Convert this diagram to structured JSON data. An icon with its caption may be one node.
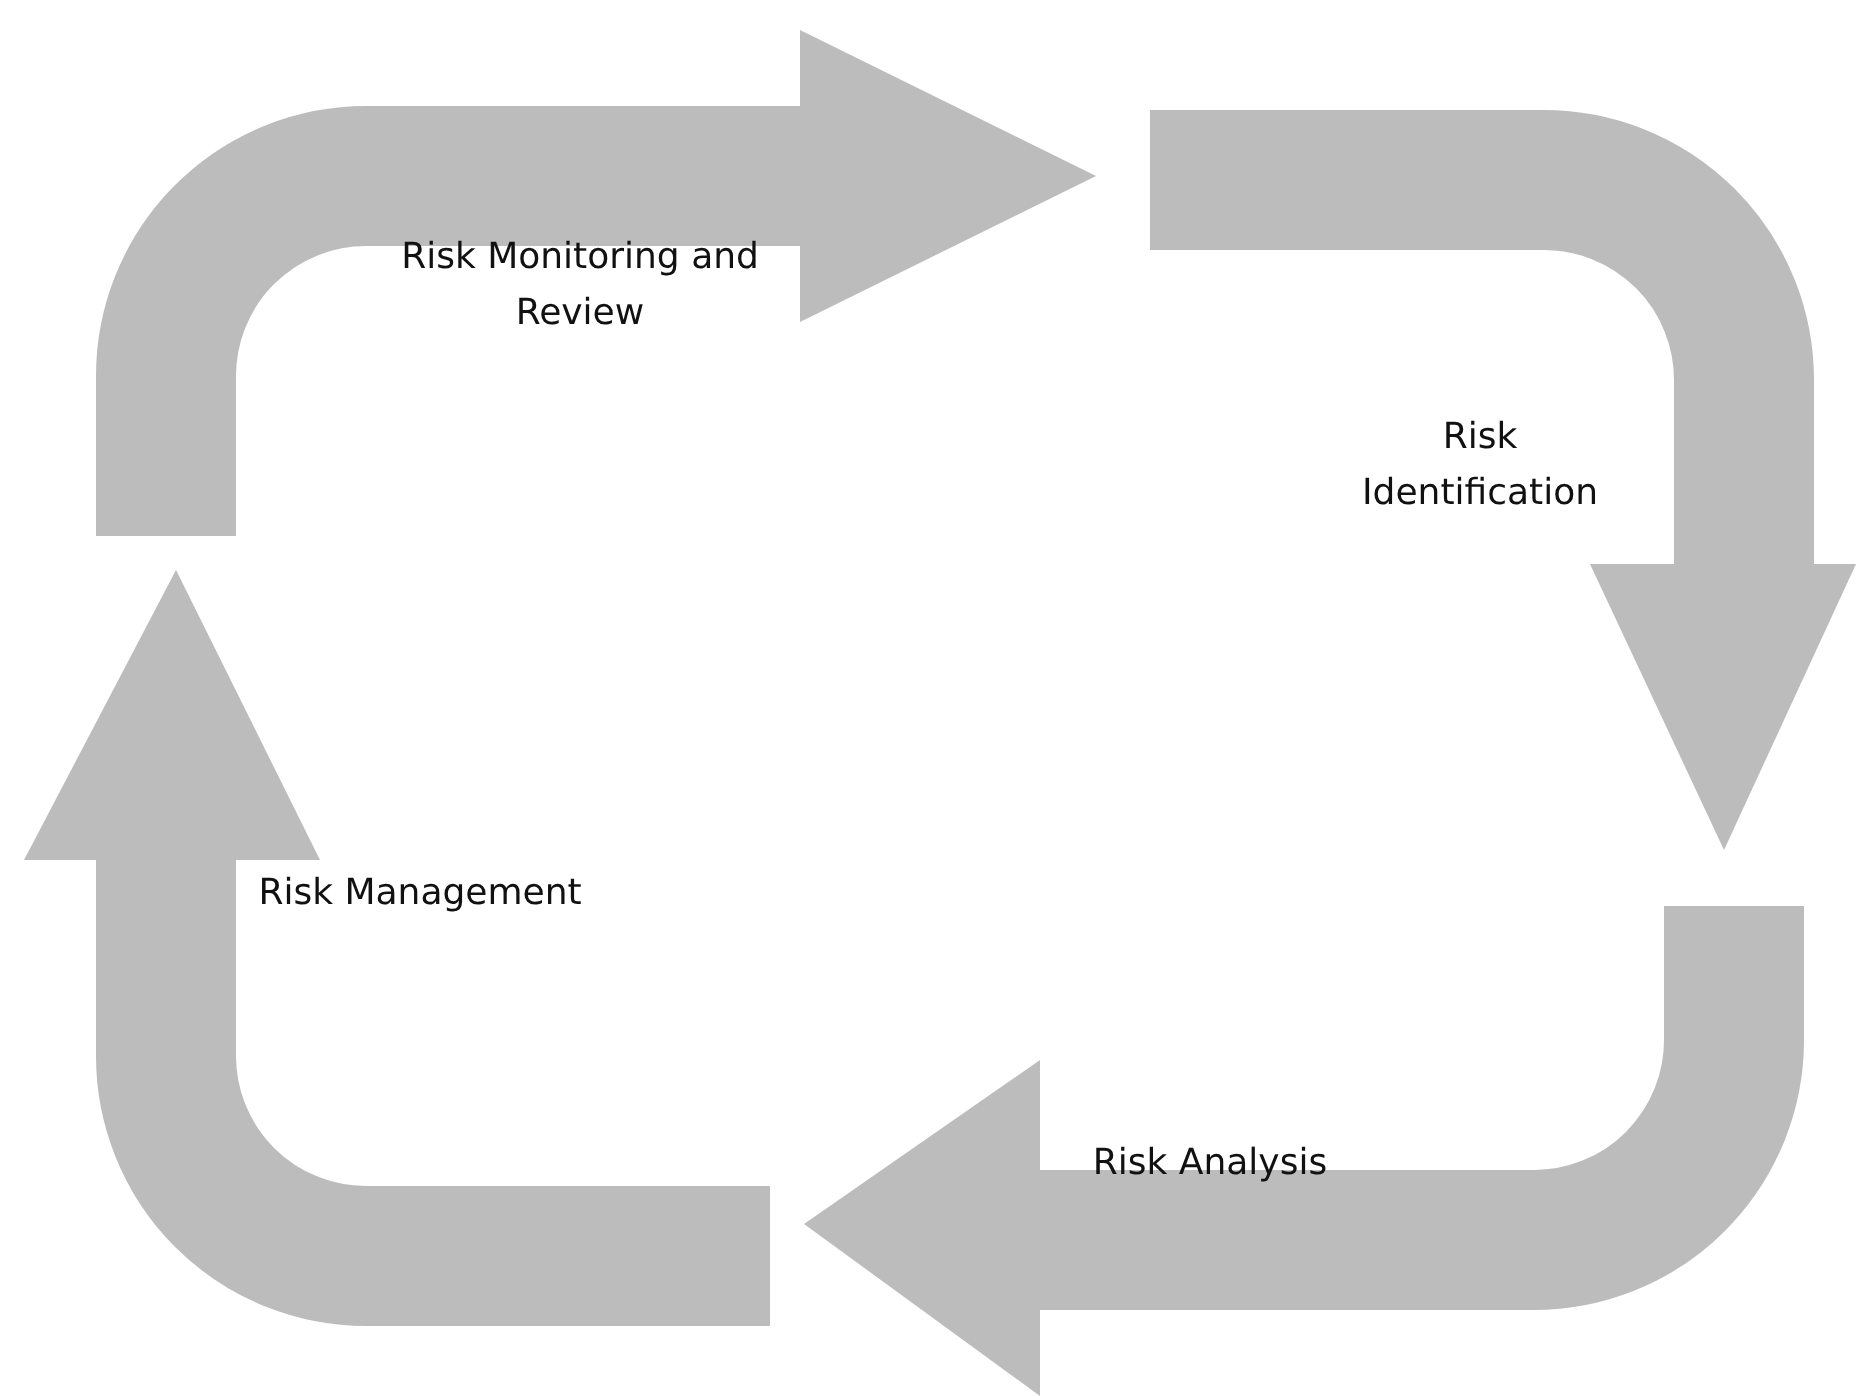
{
  "diagram": {
    "labels": [
      "Risk Monitoring and Review",
      "Risk Identification",
      "Risk Analysis",
      "Risk Management"
    ]
  }
}
